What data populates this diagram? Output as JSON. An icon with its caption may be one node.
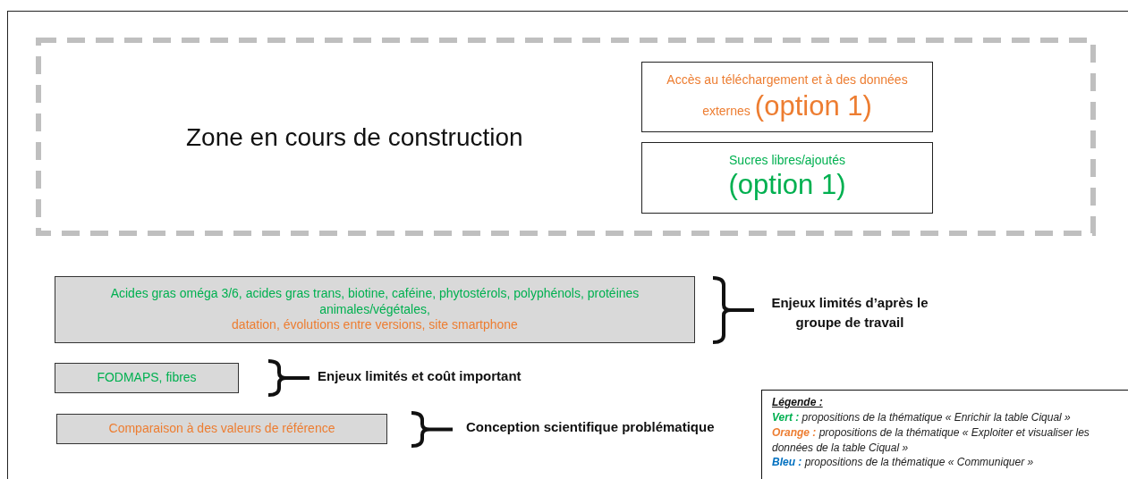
{
  "diagram": {
    "nodes": [
      {
        "text": [
          "Zone en cours de construction"
        ]
      },
      {
        "text": [
          "Accès au téléchargement et à des données externes",
          "(option 1)"
        ],
        "in": 0
      },
      {
        "text": [
          "Sucres libres/ajoutés",
          "(option 1)"
        ],
        "in": 0
      },
      {
        "text": [
          "Acides gras oméga 3/6, acides gras trans, biotine, caféine, phytostérols, polyphénols, protéines animales/végétales,",
          "datation, évolutions entre versions, site smartphone"
        ]
      },
      {
        "text": [
          "FODMAPS, fibres"
        ]
      },
      {
        "text": [
          "Comparaison à des valeurs de référence"
        ]
      }
    ],
    "labels": [
      "Enjeux limités d’après le groupe de travail",
      "Enjeux limités et coût important",
      "Conception scientifique problématique",
      "Légende :"
    ],
    "legend": [
      {
        "text": "Vert : propositions de la thématique « Enrichir la table Ciqual »",
        "color": "#00b050"
      },
      {
        "text": "Orange : propositions de la thématique « Exploiter et visualiser les données de la table Ciqual »",
        "color": "#ed7d31"
      },
      {
        "text": "Bleu : propositions de la thématique « Communiquer »",
        "color": "#0070c0"
      }
    ]
  }
}
